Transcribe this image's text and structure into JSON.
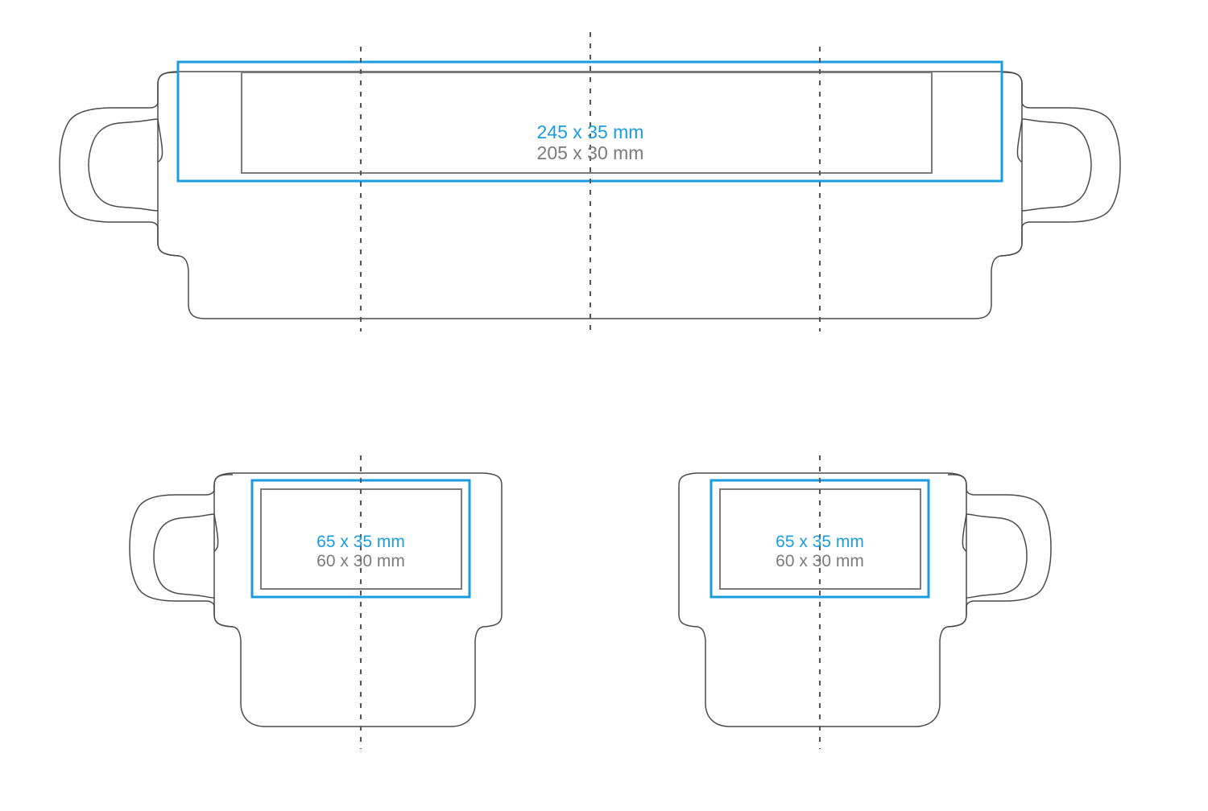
{
  "document": {
    "type": "print-area-technical-drawing",
    "product": "mug",
    "background_color": "#ffffff"
  },
  "colors": {
    "print_area_primary": "#1a9de0",
    "print_area_secondary": "#7b7b7b",
    "outline": "#4a4a4a",
    "guide_line": "#555555"
  },
  "views": [
    {
      "id": "wrap",
      "name": "unrolled-wrap-view",
      "primary_dimension": "245 x 35 mm",
      "secondary_dimension": "205 x 30 mm",
      "handle_positions": [
        "left",
        "right"
      ],
      "guides": [
        448,
        733,
        1018
      ]
    },
    {
      "id": "front",
      "name": "front-view",
      "primary_dimension": "65 x 35 mm",
      "secondary_dimension": "60 x 30 mm",
      "handle_positions": [
        "left"
      ],
      "guides": [
        448
      ]
    },
    {
      "id": "back",
      "name": "back-view",
      "primary_dimension": "65 x 35 mm",
      "secondary_dimension": "60 x 30 mm",
      "handle_positions": [
        "right"
      ],
      "guides": [
        1018
      ]
    }
  ],
  "labels": {
    "wrap": {
      "primary": "245 x 35 mm",
      "secondary": "205 x 30 mm"
    },
    "front": {
      "primary": "65 x 35 mm",
      "secondary": "60 x 30 mm"
    },
    "back": {
      "primary": "65 x 35 mm",
      "secondary": "60 x 30 mm"
    }
  }
}
